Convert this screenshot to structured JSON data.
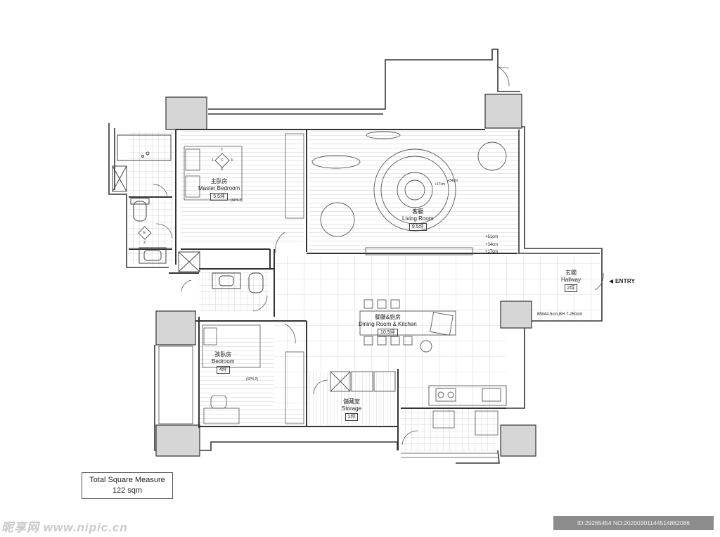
{
  "rooms": {
    "master_bedroom": {
      "cn": "主臥房",
      "en": "Master Bedroom",
      "area": "5.5坪",
      "ref": "(SP6.2)"
    },
    "living_room": {
      "cn": "客廳",
      "en": "Living Room",
      "area": "9.5坪"
    },
    "dining_kitchen": {
      "cn": "餐廳&廚房",
      "en": "Dining Room & Kitchen",
      "area": "10.5坪"
    },
    "hallway": {
      "cn": "玄關",
      "en": "Hallway",
      "area": "2坪"
    },
    "bedroom": {
      "cn": "孩臥房",
      "en": "Bedroom",
      "area": "4坪",
      "ref": "(SP6.2)"
    },
    "storage": {
      "cn": "儲藏室",
      "en": "Storage",
      "area": "1坪"
    }
  },
  "dimensions": {
    "d51": "+51cm",
    "d34": "+34cm",
    "d17": "+17cm",
    "pit_34": "+34cm",
    "pit_17": "+17cm",
    "hallway_size": "BW44.5cm,BH 7-250cm"
  },
  "markers": {
    "c_top": "2",
    "c_left": "1",
    "c_center": "C",
    "c_right": "3",
    "c_bottom": "4",
    "e_center": "E",
    "e_bottom": "2"
  },
  "entry": "ENTRY",
  "total": {
    "line1": "Total Square Measure",
    "line2": "122 sqm"
  },
  "watermark": {
    "left": "昵享网 www.nipic.cn",
    "right": "ID:29265454 NO:20200301144514882086"
  }
}
